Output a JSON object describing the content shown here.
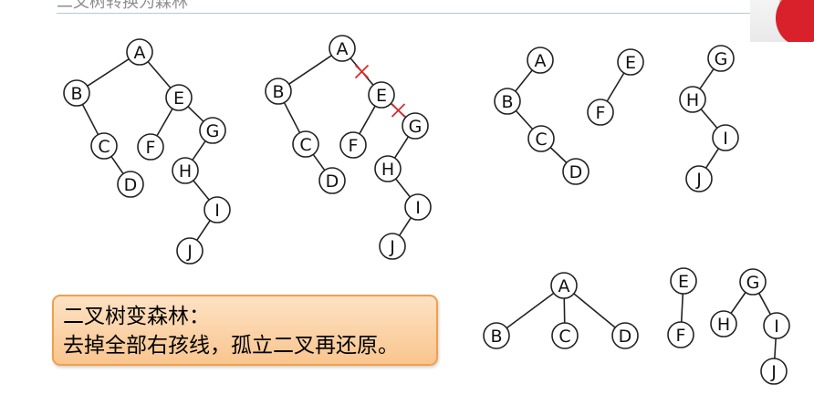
{
  "header": {
    "partial_title": "二叉树转换为森林"
  },
  "callout": {
    "line1": "二叉树变森林：",
    "line2": "去掉全部右孩线，孤立二叉再还原。"
  },
  "colors": {
    "cut_mark": "#e0262b",
    "callout_fill": "#fbd3a6",
    "callout_border": "#f0a04b",
    "node_stroke": "#222222"
  },
  "diagrams": [
    {
      "name": "original-binary-tree",
      "nodes": [
        "A",
        "B",
        "C",
        "D",
        "E",
        "F",
        "G",
        "H",
        "I",
        "J"
      ],
      "edges": [
        [
          "A",
          "B"
        ],
        [
          "B",
          "C"
        ],
        [
          "C",
          "D"
        ],
        [
          "A",
          "E"
        ],
        [
          "E",
          "F"
        ],
        [
          "E",
          "G"
        ],
        [
          "G",
          "H"
        ],
        [
          "H",
          "I"
        ],
        [
          "I",
          "J"
        ]
      ]
    },
    {
      "name": "binary-tree-right-links-cut",
      "nodes": [
        "A",
        "B",
        "C",
        "D",
        "E",
        "F",
        "G",
        "H",
        "I",
        "J"
      ],
      "edges": [
        [
          "A",
          "B"
        ],
        [
          "B",
          "C"
        ],
        [
          "C",
          "D"
        ],
        [
          "A",
          "E"
        ],
        [
          "E",
          "F"
        ],
        [
          "E",
          "G"
        ],
        [
          "G",
          "H"
        ],
        [
          "H",
          "I"
        ],
        [
          "I",
          "J"
        ]
      ],
      "cut_edges": [
        [
          "A",
          "E"
        ],
        [
          "E",
          "G"
        ]
      ]
    },
    {
      "name": "separated-binary-trees",
      "nodes": [
        "A",
        "B",
        "C",
        "D",
        "E",
        "F",
        "G",
        "H",
        "I",
        "J"
      ],
      "edges": [
        [
          "A",
          "B"
        ],
        [
          "B",
          "C"
        ],
        [
          "C",
          "D"
        ],
        [
          "E",
          "F"
        ],
        [
          "G",
          "H"
        ],
        [
          "H",
          "I"
        ],
        [
          "I",
          "J"
        ]
      ]
    },
    {
      "name": "restored-forest",
      "nodes": [
        "A",
        "B",
        "C",
        "D",
        "E",
        "F",
        "G",
        "H",
        "I",
        "J"
      ],
      "edges": [
        [
          "A",
          "B"
        ],
        [
          "A",
          "C"
        ],
        [
          "A",
          "D"
        ],
        [
          "E",
          "F"
        ],
        [
          "G",
          "H"
        ],
        [
          "G",
          "I"
        ],
        [
          "I",
          "J"
        ]
      ]
    }
  ]
}
